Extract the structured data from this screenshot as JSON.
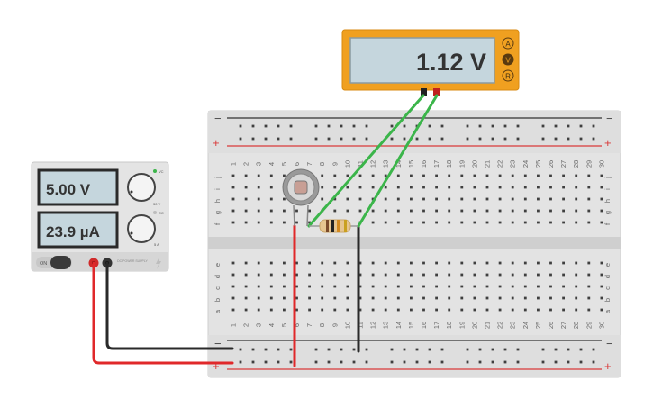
{
  "multimeter": {
    "reading": "1.12 V",
    "modes": [
      {
        "id": "ammeter",
        "label": "A",
        "active": false
      },
      {
        "id": "voltmeter",
        "label": "V",
        "active": true
      },
      {
        "id": "ohmmeter",
        "label": "R",
        "active": false
      }
    ],
    "body_color": "#f0a020",
    "screen_color": "#c5d6dd"
  },
  "power_supply": {
    "voltage_reading": "5.00 V",
    "current_reading": "23.9 µA",
    "voltage_knob_label": "VC",
    "current_knob_label": "CC",
    "voltage_knob_range": "30 V",
    "current_knob_range": "5 A",
    "power_button_label": "ON",
    "brand_text": "DC POWER SUPPLY",
    "screen_color": "#c5d6dd"
  },
  "breadboard": {
    "row_letters_top": [
      "j",
      "i",
      "h",
      "g",
      "f"
    ],
    "row_letters_bottom": [
      "e",
      "d",
      "c",
      "b",
      "a"
    ],
    "column_numbers": [
      "1",
      "2",
      "3",
      "4",
      "5",
      "6",
      "7",
      "8",
      "9",
      "10",
      "11",
      "12",
      "13",
      "14",
      "15",
      "16",
      "17",
      "18",
      "19",
      "20",
      "21",
      "22",
      "23",
      "24",
      "25",
      "26",
      "27",
      "28",
      "29",
      "30"
    ],
    "rail_minus": "−",
    "rail_plus": "+"
  },
  "components": {
    "photoresistor": "photoresistor",
    "resistor": "resistor"
  },
  "colors": {
    "wire_red": "#e0282a",
    "wire_black": "#2a2a2a",
    "wire_green": "#3bb54a",
    "rail_red": "#d93a3a",
    "rail_black": "#333333"
  }
}
